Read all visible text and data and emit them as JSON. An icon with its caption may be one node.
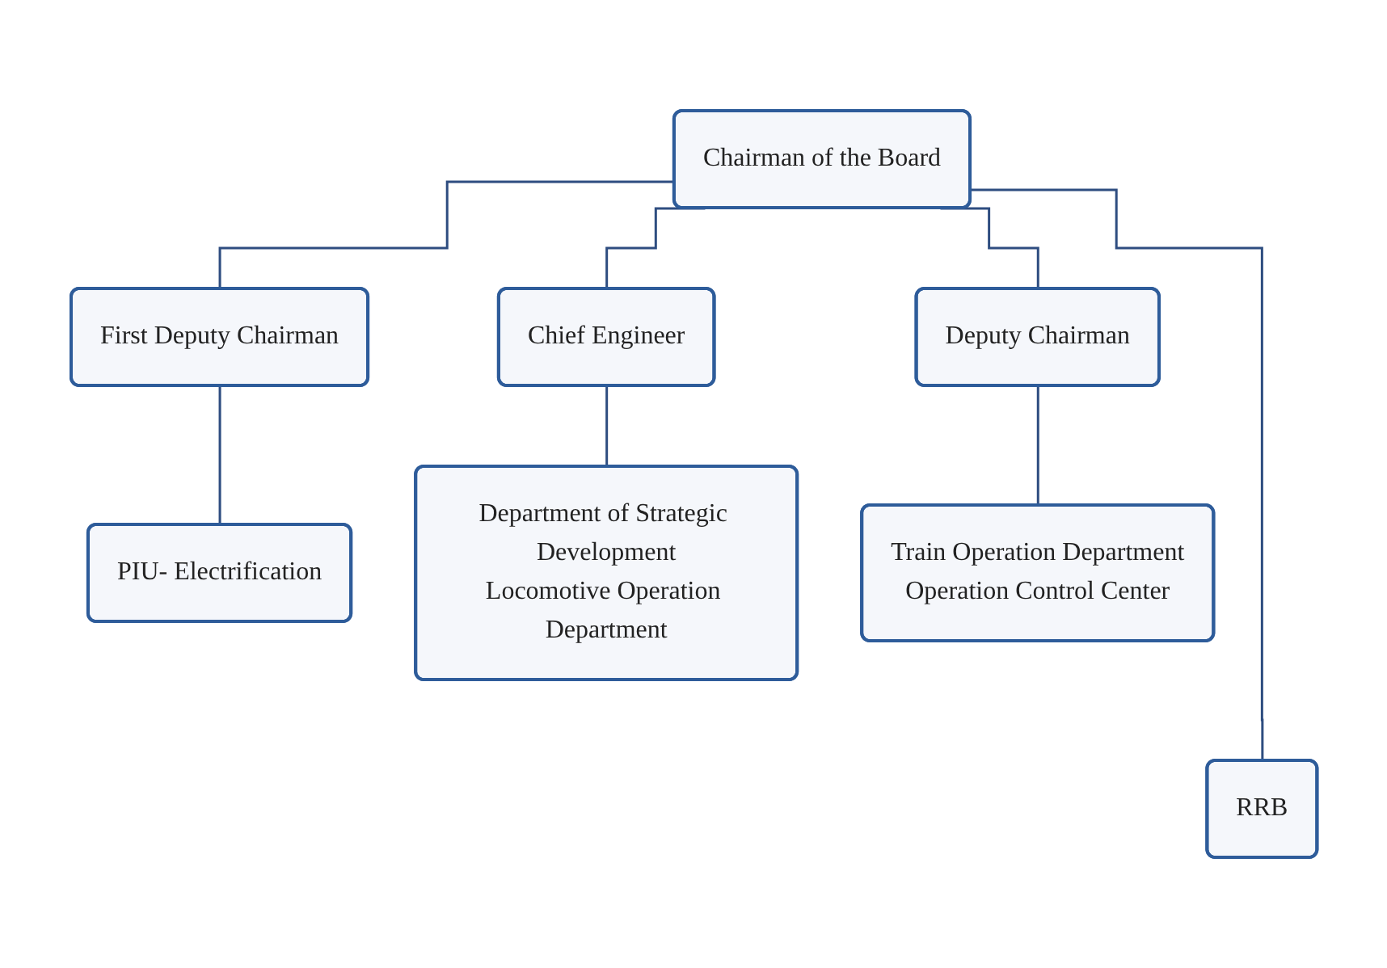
{
  "diagram": {
    "nodes": [
      {
        "text": [
          "Chairman of the Board"
        ]
      },
      {
        "text": [
          "First Deputy Chairman"
        ]
      },
      {
        "text": [
          "Chief Engineer"
        ]
      },
      {
        "text": [
          "Deputy Chairman"
        ]
      },
      {
        "text": [
          "PIU- Electrification"
        ]
      },
      {
        "text": [
          "Department of Strategic Development",
          "Locomotive Operation Department"
        ]
      },
      {
        "text": [
          "RRB"
        ]
      },
      {
        "text": [
          "Train Operation Department",
          "Operation Control Center"
        ]
      }
    ],
    "edges": [
      {
        "from": 0,
        "to": 1,
        "arrow": "none"
      },
      {
        "from": 0,
        "to": 2,
        "arrow": "none"
      },
      {
        "from": 0,
        "to": 6,
        "arrow": "none"
      },
      {
        "from": 0,
        "to": 3,
        "arrow": "none"
      },
      {
        "from": 1,
        "to": 4,
        "arrow": "none"
      },
      {
        "from": 2,
        "to": 5,
        "arrow": "none"
      },
      {
        "from": 3,
        "to": 7,
        "arrow": "none"
      }
    ]
  }
}
